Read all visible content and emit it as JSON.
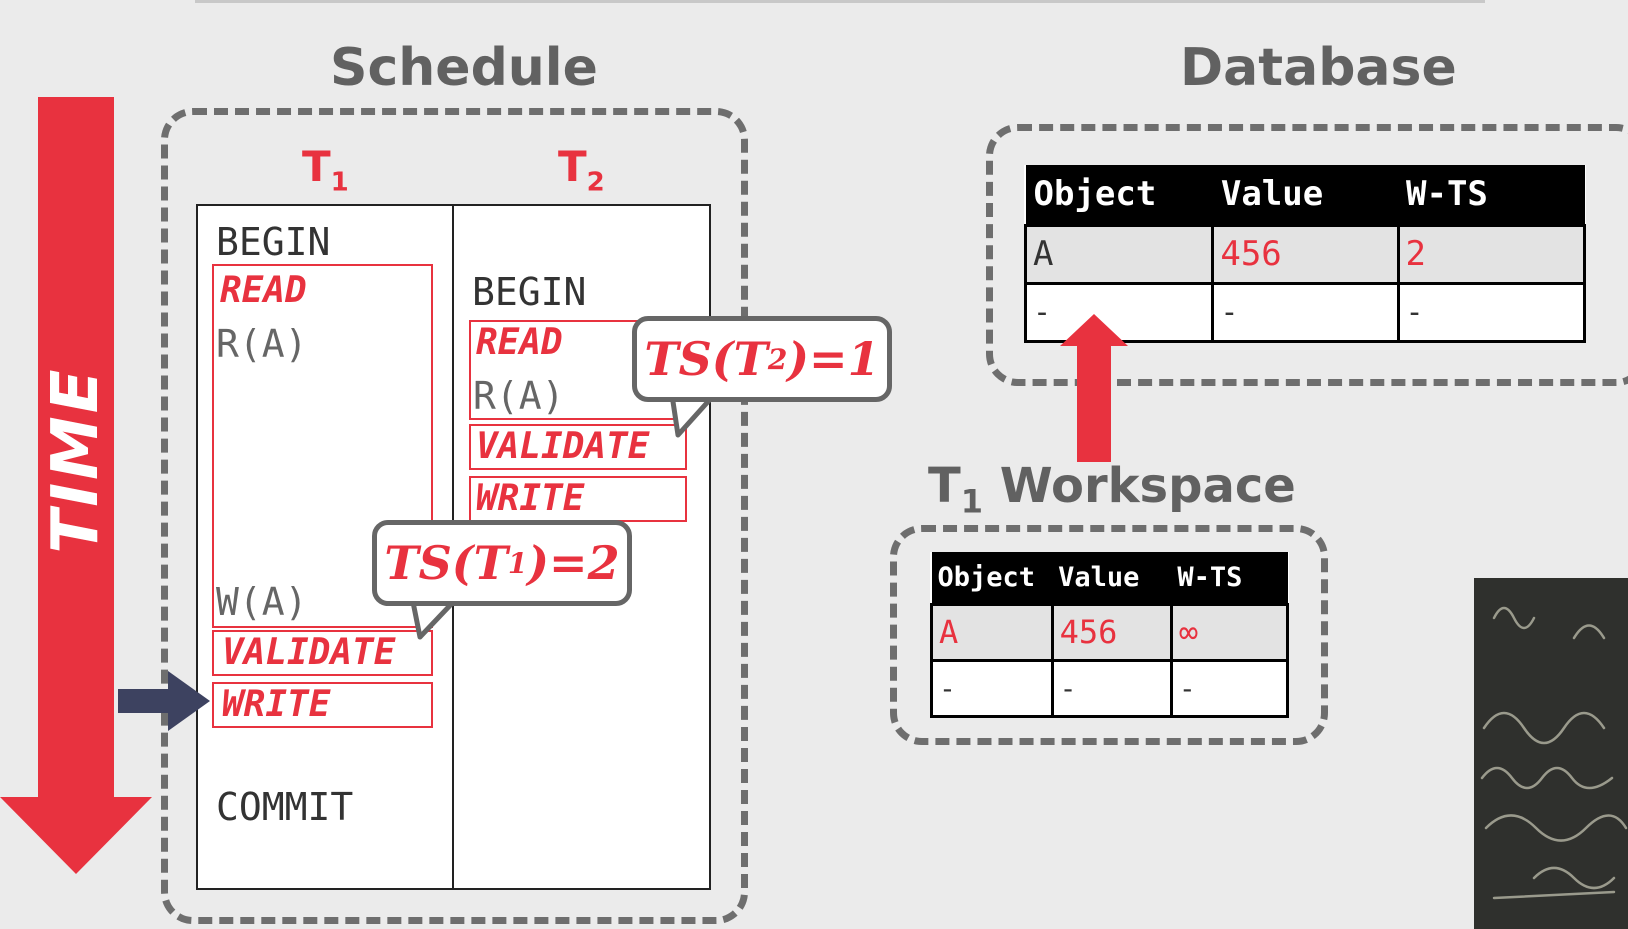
{
  "time_label": "TIME",
  "schedule": {
    "title": "Schedule",
    "t1_header": {
      "name": "T",
      "sub": "1"
    },
    "t2_header": {
      "name": "T",
      "sub": "2"
    },
    "t1_ops": {
      "begin": "BEGIN",
      "read_phase": "READ",
      "r_a": "R(A)",
      "w_a": "W(A)",
      "validate_phase": "VALIDATE",
      "write_phase": "WRITE",
      "commit": "COMMIT"
    },
    "t2_ops": {
      "begin": "BEGIN",
      "read_phase": "READ",
      "r_a": "R(A)",
      "validate_phase": "VALIDATE",
      "write_phase": "WRITE"
    },
    "callout_t2": {
      "prefix": "TS(T",
      "sub": "2",
      "suffix": ")=1"
    },
    "callout_t1": {
      "prefix": "TS(T",
      "sub": "1",
      "suffix": ")=2"
    }
  },
  "database": {
    "title": "Database",
    "headers": [
      "Object",
      "Value",
      "W-TS"
    ],
    "rows": [
      [
        "A",
        "456",
        "2"
      ],
      [
        "-",
        "-",
        "-"
      ]
    ]
  },
  "workspace": {
    "title_prefix": "T",
    "title_sub": "1",
    "title_suffix": " Workspace",
    "headers": [
      "Object",
      "Value",
      "W-TS"
    ],
    "rows": [
      [
        "A",
        "456",
        "∞"
      ],
      [
        "-",
        "-",
        "-"
      ]
    ]
  },
  "colors": {
    "accent_red": "#e8323f",
    "pointer_navy": "#3d4260",
    "dashed_gray": "#6e6e6e"
  }
}
